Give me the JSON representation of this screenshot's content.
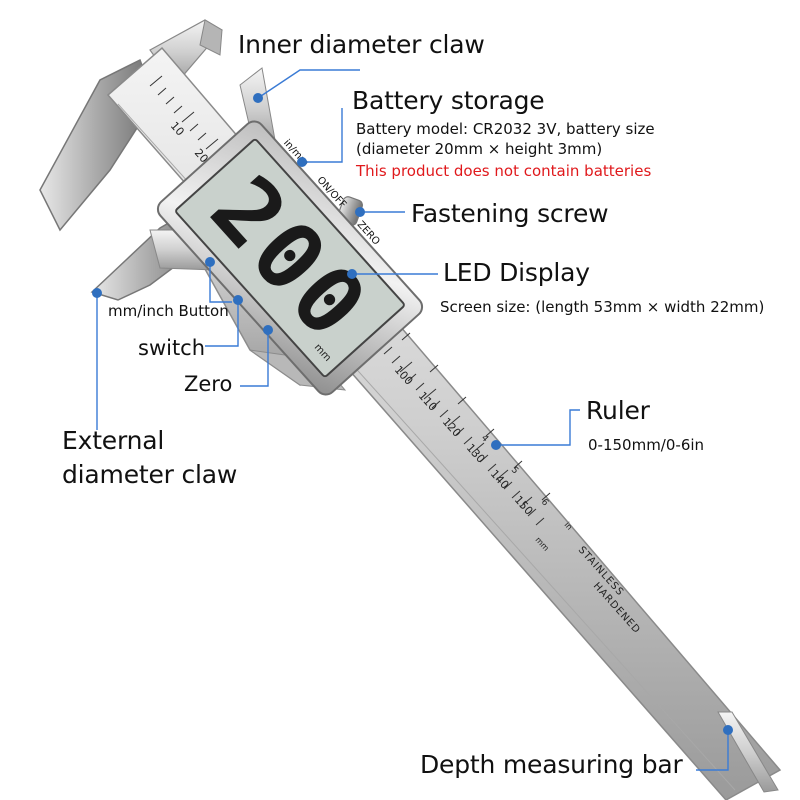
{
  "labels": {
    "inner_claw": "Inner diameter claw",
    "battery_title": "Battery storage",
    "battery_model": "Battery model: CR2032 3V, battery size",
    "battery_size": "(diameter 20mm × height 3mm)",
    "battery_note": "This product does not contain batteries",
    "fastening_screw": "Fastening screw",
    "led_display": "LED Display",
    "screen_size": "Screen size: (length 53mm × width 22mm)",
    "mm_inch_button": "mm/inch Button",
    "switch": "switch",
    "zero": "Zero",
    "ruler": "Ruler",
    "ruler_range": "0-150mm/0-6in",
    "external_claw_line1": "External",
    "external_claw_line2": "diameter claw",
    "depth_bar": "Depth measuring bar"
  },
  "device": {
    "display_digits": "200",
    "display_unit": "mm",
    "button_inmm": "in/mm",
    "button_onoff": "ON/OFF",
    "button_zero": "ZERO",
    "ruler_numbers": [
      "10",
      "20",
      "100",
      "110",
      "120",
      "130",
      "140",
      "150"
    ],
    "inch_numbers": [
      "4",
      "5",
      "6"
    ],
    "scale_mm": "mm",
    "scale_in": "in",
    "engrave_1": "STAINLESS",
    "engrave_2": "HARDENED"
  },
  "colors": {
    "callout_dot": "#2f6fbf",
    "callout_line": "#3a7bd5",
    "warning_text": "#e0191c",
    "lcd_screen": "#c9d1cc"
  }
}
